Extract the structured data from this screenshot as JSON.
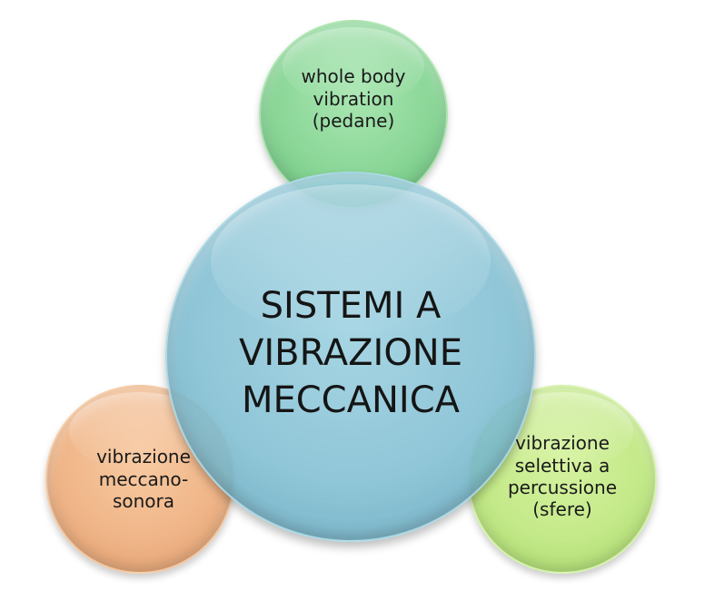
{
  "diagram": {
    "center": {
      "label": "SISTEMI A\nVIBRAZIONE\nMECCANICA",
      "color": "#8cc6d8"
    },
    "top": {
      "label": "whole body\nvibration\n(pedane)",
      "color": "#7fcf8c"
    },
    "left": {
      "label": "vibrazione\nmeccano-\nsonora",
      "color": "#eba56c"
    },
    "right": {
      "label": "vibrazione\nselettiva a\npercussione\n(sfere)",
      "color": "#b6e46e"
    }
  }
}
